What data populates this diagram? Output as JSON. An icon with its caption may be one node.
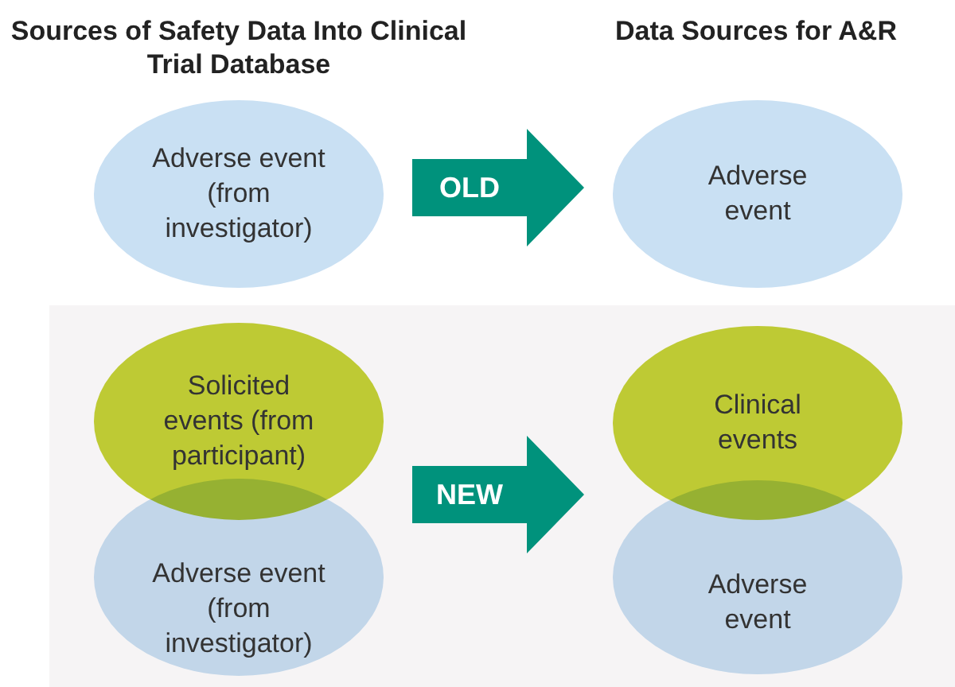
{
  "diagram": {
    "nodes": [
      {
        "text": [
          "Adverse event (from investigator)"
        ]
      },
      {
        "text": [
          "Adverse event"
        ]
      },
      {
        "text": [
          "Solicited events (from participant)"
        ]
      },
      {
        "text": [
          "Adverse event (from investigator)"
        ]
      },
      {
        "text": [
          "Clinical events"
        ]
      },
      {
        "text": [
          "Adverse event"
        ]
      }
    ],
    "edges": [
      {
        "from": 0,
        "to": 1,
        "arrow": "to",
        "label": "OLD"
      },
      {
        "from": 2,
        "to": 4,
        "arrow": "to",
        "label": "NEW"
      }
    ],
    "labels": [
      "Sources of Safety Data Into Clinical Trial Database",
      "Data Sources for A&R"
    ]
  }
}
